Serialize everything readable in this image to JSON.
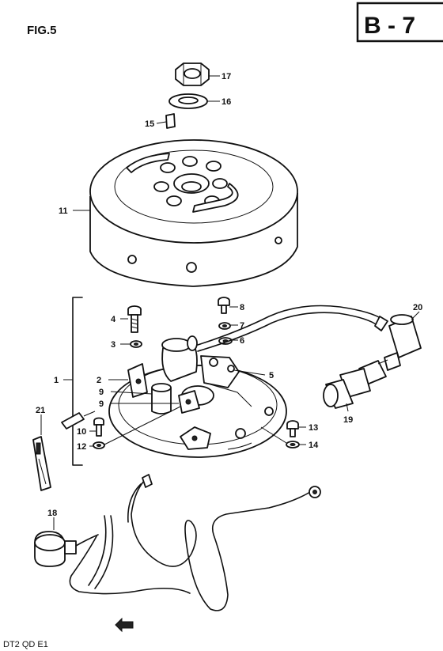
{
  "header": {
    "figure_label": "FIG.5",
    "page_code": "B - 7"
  },
  "footer": {
    "model_code": "DT2 QD E1"
  },
  "callouts": [
    "1",
    "2",
    "3",
    "4",
    "5",
    "6",
    "7",
    "8",
    "9",
    "9",
    "10",
    "11",
    "12",
    "13",
    "14",
    "15",
    "16",
    "17",
    "18",
    "19",
    "20",
    "21"
  ]
}
